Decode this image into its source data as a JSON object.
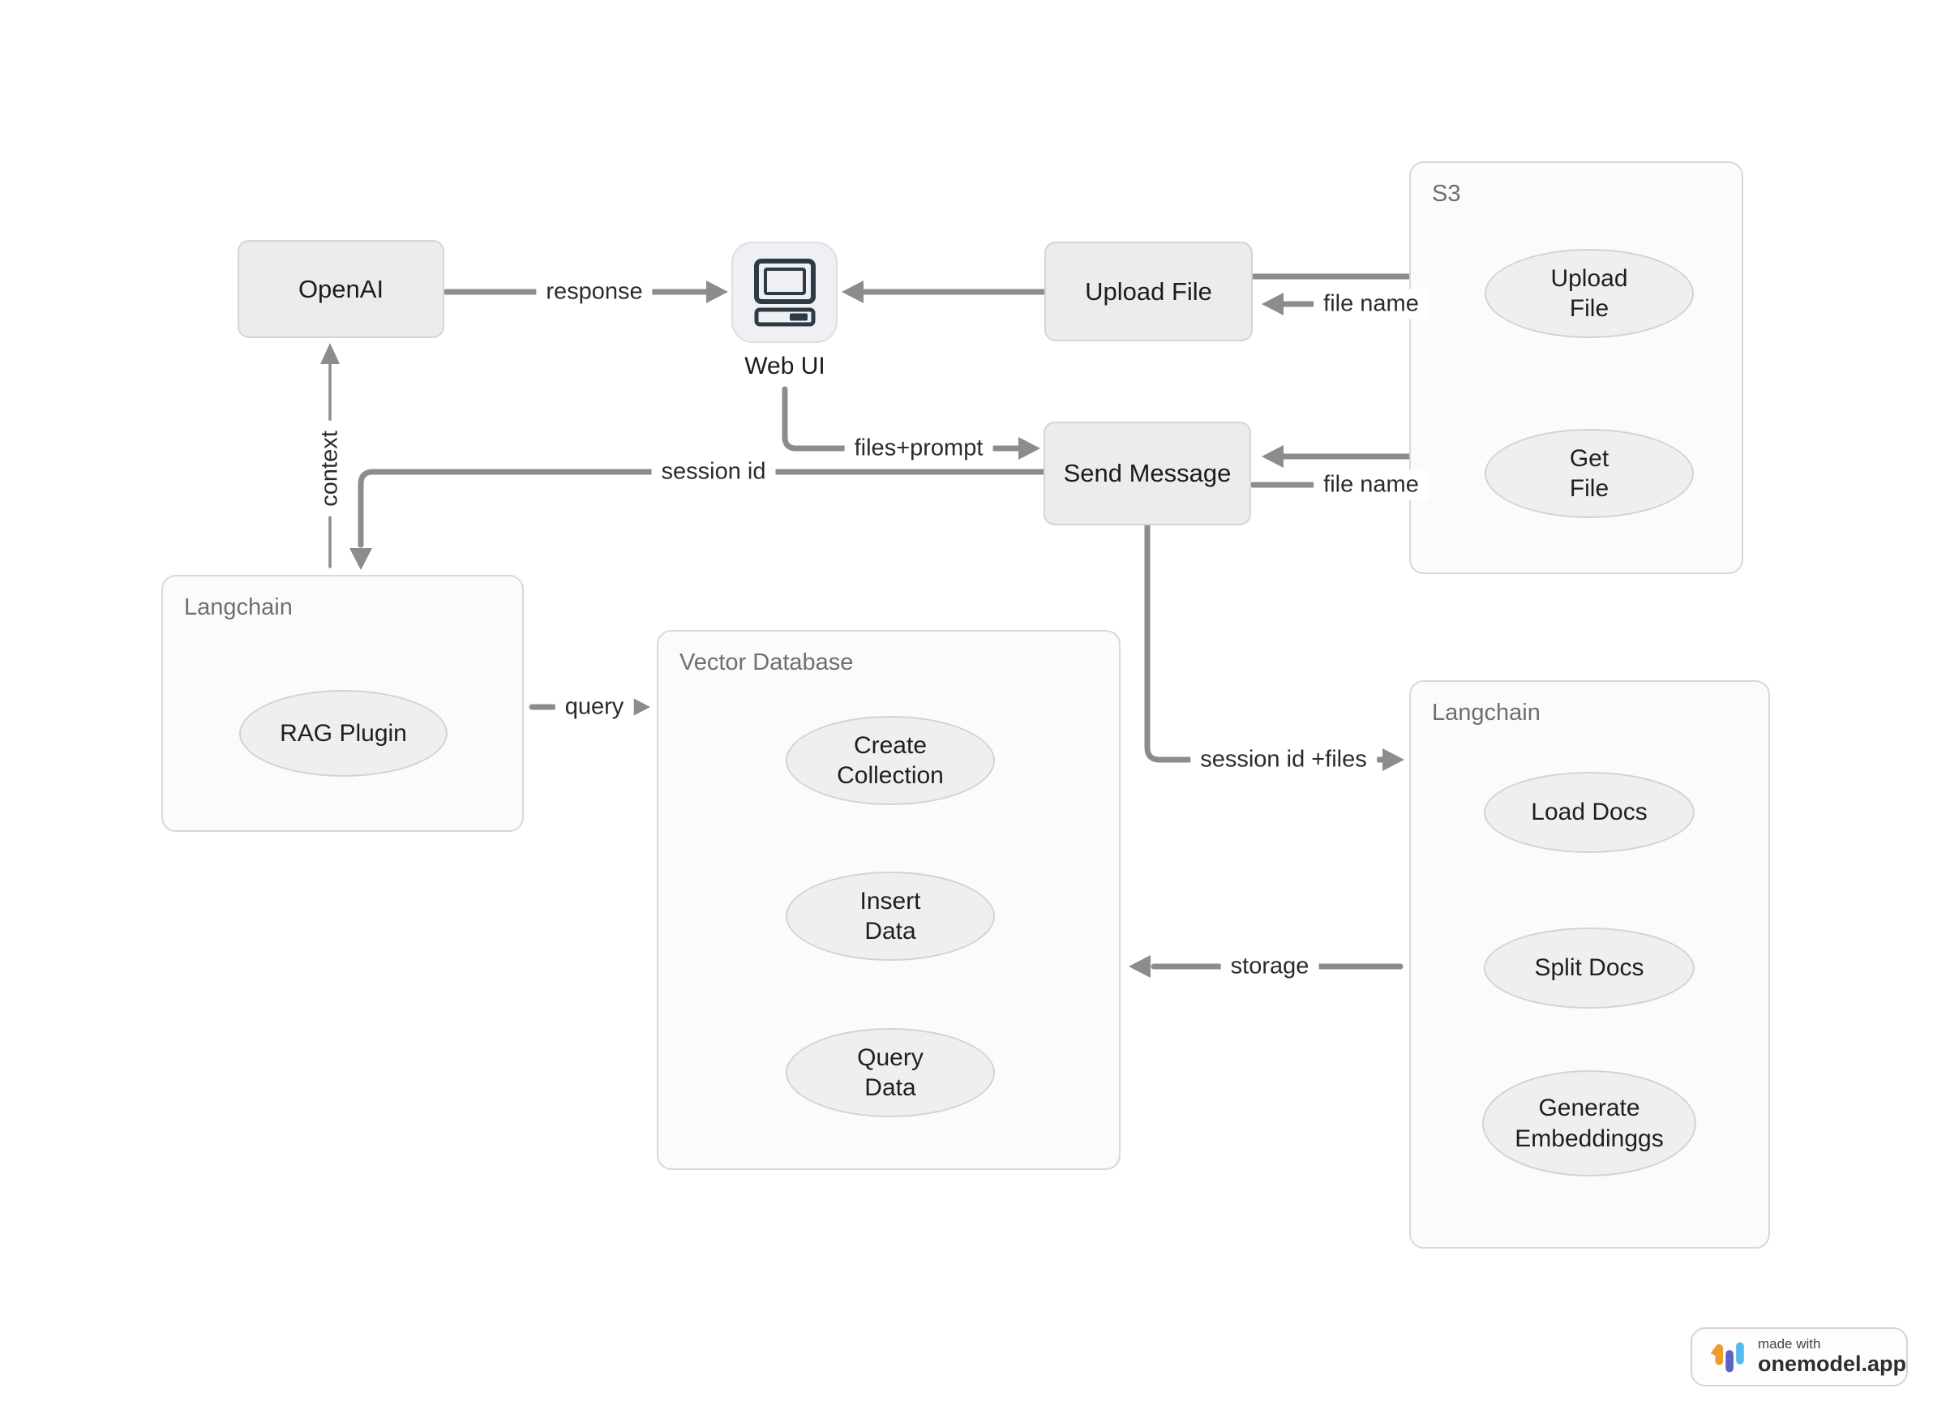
{
  "diagram": {
    "nodes": {
      "openai": {
        "label": "OpenAI"
      },
      "web_ui": {
        "label": "Web UI"
      },
      "upload_file": {
        "label": "Upload File"
      },
      "send_message": {
        "label": "Send Message"
      }
    },
    "containers": {
      "s3": {
        "title": "S3",
        "ellipses": {
          "upload_file": {
            "label": "Upload\nFile"
          },
          "get_file": {
            "label": "Get\nFile"
          }
        }
      },
      "langchain_left": {
        "title": "Langchain",
        "ellipses": {
          "rag_plugin": {
            "label": "RAG Plugin"
          }
        }
      },
      "vector_database": {
        "title": "Vector Database",
        "ellipses": {
          "create_collection": {
            "label": "Create\nCollection"
          },
          "insert_data": {
            "label": "Insert\nData"
          },
          "query_data": {
            "label": "Query\nData"
          }
        }
      },
      "langchain_right": {
        "title": "Langchain",
        "ellipses": {
          "load_docs": {
            "label": "Load Docs"
          },
          "split_docs": {
            "label": "Split Docs"
          },
          "generate_embeddings": {
            "label": "Generate\nEmbeddinggs"
          }
        }
      }
    },
    "edge_labels": {
      "response": "response",
      "file_name_upload": "file name",
      "file_name_get": "file name",
      "files_prompt": "files+prompt",
      "session_id": "session id",
      "context": "context",
      "query": "query",
      "session_id_files": "session id +files",
      "storage": "storage"
    }
  },
  "badge": {
    "made_with": "made with",
    "brand": "onemodel.app"
  },
  "colors": {
    "arrow_gray": "#8c8c8c",
    "node_fill": "#ececec",
    "container_fill": "#fbfbfb",
    "ellipse_fill": "#efefef",
    "border_gray": "#d5d5d5",
    "computer_icon": "#2e3a46",
    "logo_orange": "#ED9C2E",
    "logo_indigo": "#5D62C6",
    "logo_blue": "#56BBEA"
  }
}
